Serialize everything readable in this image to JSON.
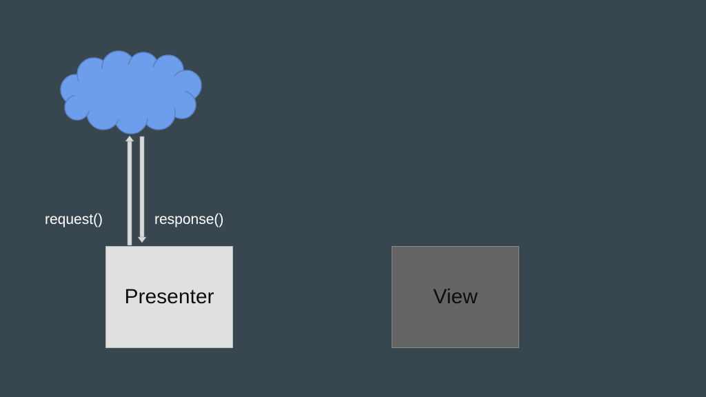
{
  "diagram": {
    "labels": {
      "request": "request()",
      "response": "response()"
    },
    "boxes": {
      "presenter": "Presenter",
      "view": "View"
    },
    "icons": {
      "cloud": "cloud-icon",
      "request_arrow": "arrow-up-icon",
      "response_arrow": "arrow-down-icon"
    },
    "colors": {
      "background": "#37464f",
      "cloud_fill": "#6d9eeb",
      "cloud_stroke": "#5b82c1",
      "presenter_fill": "#e0e0e0",
      "view_fill": "#656565",
      "arrow": "#d9d9d9"
    }
  }
}
